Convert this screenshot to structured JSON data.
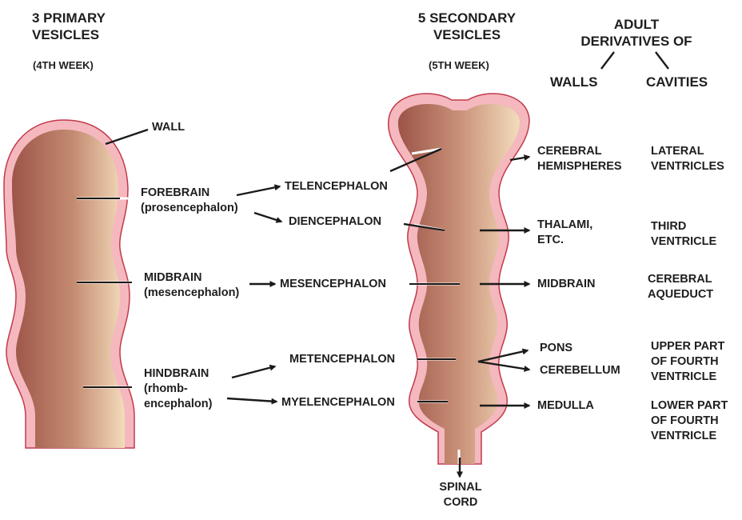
{
  "headers": {
    "primary_title": "3 PRIMARY\nVESICLES",
    "primary_sub": "(4TH WEEK)",
    "secondary_title": "5 SECONDARY\nVESICLES",
    "secondary_sub": "(5TH WEEK)",
    "adult_title": "ADULT\nDERIVATIVES OF",
    "walls": "WALLS",
    "cavities": "CAVITIES"
  },
  "primary": {
    "wall": "WALL",
    "forebrain": "FOREBRAIN\n(prosencephalon)",
    "midbrain": "MIDBRAIN\n(mesencephalon)",
    "hindbrain": "HINDBRAIN\n(rhomb-\nencephalon)"
  },
  "secondary": {
    "telencephalon": "TELENCEPHALON",
    "diencephalon": "DIENCEPHALON",
    "mesencephalon": "MESENCEPHALON",
    "metencephalon": "METENCEPHALON",
    "myelencephalon": "MYELENCEPHALON",
    "spinal_cord": "SPINAL\nCORD"
  },
  "walls": {
    "cerebral_hemispheres": "CEREBRAL\nHEMISPHERES",
    "thalami": "THALAMI,\nETC.",
    "midbrain": "MIDBRAIN",
    "pons": "PONS",
    "cerebellum": "CEREBELLUM",
    "medulla": "MEDULLA"
  },
  "cavities": {
    "lateral_ventricles": "LATERAL\nVENTRICLES",
    "third_ventricle": "THIRD\nVENTRICLE",
    "cerebral_aqueduct": "CEREBRAL\nAQUEDUCT",
    "upper_fourth": "UPPER PART\nOF FOURTH\nVENTRICLE",
    "lower_fourth": "LOWER PART\nOF FOURTH\nVENTRICLE"
  },
  "colors": {
    "tissue_dark": "#a35a4e",
    "tissue_light": "#f2d8b8",
    "wall_pink": "#f3b7bd",
    "wall_outline": "#c0394a",
    "line": "#1a1a1a"
  }
}
